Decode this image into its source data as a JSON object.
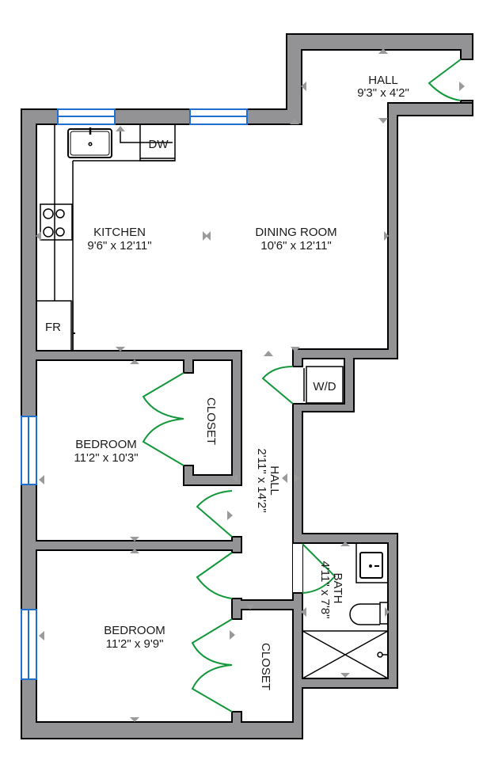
{
  "plan": {
    "colors": {
      "wall": "#939396",
      "outline": "#000000",
      "window": "#1f6fd1",
      "door": "#12973a",
      "marker": "#9a9a9a"
    },
    "rooms": [
      {
        "id": "hall-top",
        "name": "HALL",
        "dims": "9'3\" x 4'2\""
      },
      {
        "id": "kitchen",
        "name": "KITCHEN",
        "dims": "9'6\" x 12'11\""
      },
      {
        "id": "dining",
        "name": "DINING ROOM",
        "dims": "10'6\" x 12'11\""
      },
      {
        "id": "closet-1",
        "name": "CLOSET",
        "dims": ""
      },
      {
        "id": "bedroom-1",
        "name": "BEDROOM",
        "dims": "11'2\" x 10'3\""
      },
      {
        "id": "hall-center",
        "name": "HALL",
        "dims": "2'11\" x 14'2\""
      },
      {
        "id": "bath",
        "name": "BATH",
        "dims": "4'11\" x 7'8\""
      },
      {
        "id": "bedroom-2",
        "name": "BEDROOM",
        "dims": "11'2\" x 9'9\""
      },
      {
        "id": "closet-2",
        "name": "CLOSET",
        "dims": ""
      }
    ],
    "appliances": {
      "dishwasher": "DW",
      "fridge": "FR",
      "washer_dryer": "W/D"
    }
  }
}
